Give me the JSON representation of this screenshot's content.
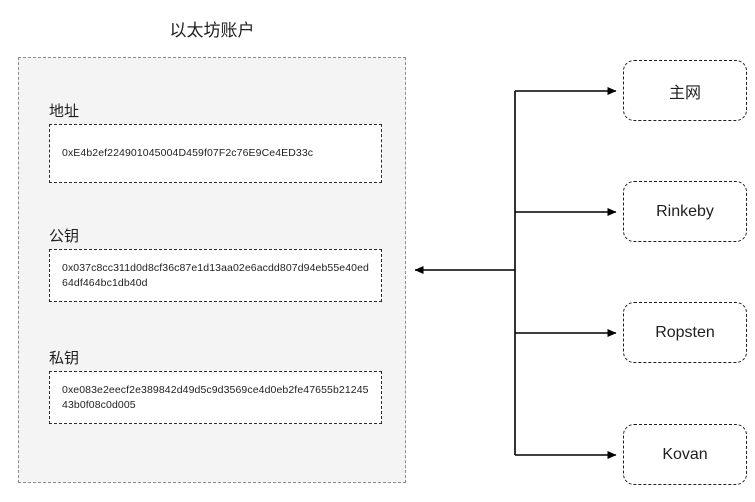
{
  "diagram": {
    "title": "以太坊账户",
    "account": {
      "fields": [
        {
          "label": "地址",
          "value": "0xE4b2ef224901045004D459f07F2c76E9Ce4ED33c"
        },
        {
          "label": "公钥",
          "value": "0x037c8cc311d0d8cf36c87e1d13aa02e6acdd807d94eb55e40ed64df464bc1db40d"
        },
        {
          "label": "私钥",
          "value": "0xe083e2eecf2e389842d49d5c9d3569ce4d0eb2fe47655b2124543b0f08c0d005"
        }
      ]
    },
    "networks": [
      {
        "label": "主网"
      },
      {
        "label": "Rinkeby"
      },
      {
        "label": "Ropsten"
      },
      {
        "label": "Kovan"
      }
    ],
    "colors": {
      "panel_fill": "#f4f4f4",
      "panel_border": "#8d8d8d",
      "field_border": "#2b2b2b",
      "network_border": "#1f1f1f",
      "connector": "#000000",
      "text": "#1f1f1f",
      "background": "#ffffff"
    }
  }
}
